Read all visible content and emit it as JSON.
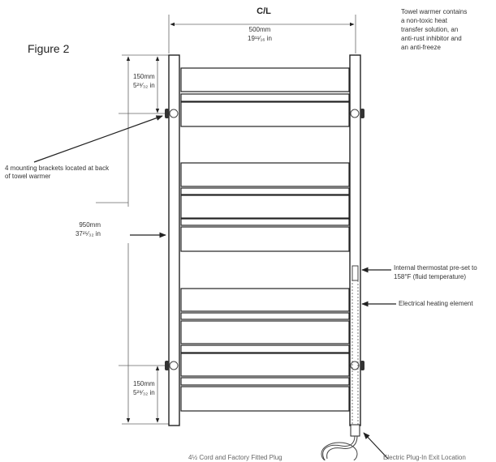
{
  "figure_label": "Figure 2",
  "centerline_label": "C/L",
  "width_dim": {
    "mm": "500mm",
    "in": "19¹¹⁄₁₆ in"
  },
  "height_dim": {
    "mm": "950mm",
    "in": "37²⁵⁄₃₂ in"
  },
  "top_bracket_dim": {
    "mm": "150mm",
    "in": "5²⁹⁄₃₂ in"
  },
  "bottom_bracket_dim": {
    "mm": "150mm",
    "in": "5²⁹⁄₃₂ in"
  },
  "note_lines": [
    "Towel warmer contains",
    "a non-toxic heat",
    "transfer solution, an",
    "anti-rust inhibitor and",
    "an anti-freeze"
  ],
  "brackets_callout": [
    "4 mounting brackets located at back",
    "of towel warmer"
  ],
  "thermostat_callout": [
    "Internal thermostat pre-set to",
    "158°F (fluid temperature)"
  ],
  "heating_element_callout": "Electrical heating element",
  "cord_callout": "4½ Cord and Factory Fitted Plug",
  "plug_callout": "Electric Plug-In Exit Location"
}
